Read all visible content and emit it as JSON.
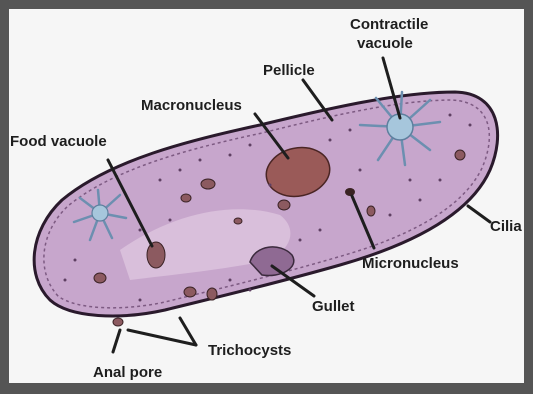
{
  "diagram": {
    "labels": {
      "contractile_vacuole_line1": "Contractile",
      "contractile_vacuole_line2": "vacuole",
      "pellicle": "Pellicle",
      "macronucleus": "Macronucleus",
      "food_vacuole": "Food vacuole",
      "cilia": "Cilia",
      "micronucleus": "Micronucleus",
      "gullet": "Gullet",
      "trichocysts": "Trichocysts",
      "anal_pore": "Anal pore"
    },
    "colors": {
      "frame": "#555555",
      "background": "#f6f6f6",
      "cell_fill": "#c7a6cc",
      "cell_outline": "#2a1a2c",
      "macronucleus": "#9a5a58",
      "vacuole": "#a6c6dc",
      "text": "#1e1e1e"
    }
  }
}
